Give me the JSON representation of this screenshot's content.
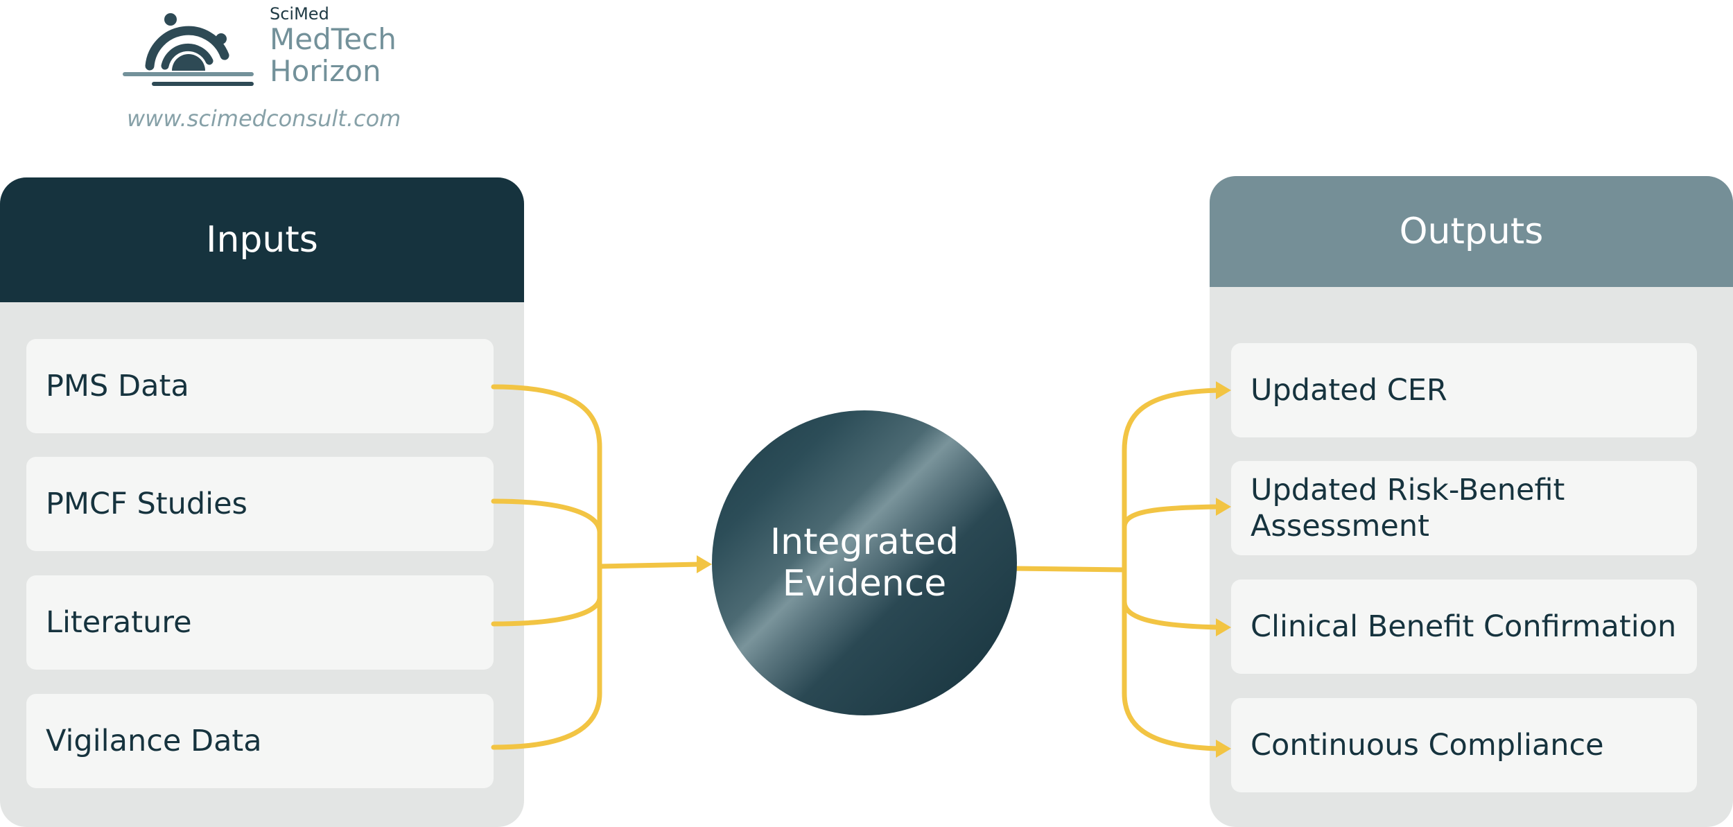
{
  "brand": {
    "small": "SciMed",
    "name_line1": "MedTech",
    "name_line2": "Horizon",
    "url": "www.scimedconsult.com"
  },
  "inputs": {
    "title": "Inputs",
    "items": [
      "PMS Data",
      "PMCF Studies",
      "Literature",
      "Vigilance Data"
    ]
  },
  "center": {
    "line1": "Integrated",
    "line2": "Evidence"
  },
  "outputs": {
    "title": "Outputs",
    "items": [
      "Updated CER",
      "Updated Risk-Benefit Assessment",
      "Clinical Benefit Confirmation",
      "Continuous Compliance"
    ]
  },
  "colors": {
    "dark_teal": "#16333e",
    "slate": "#758f97",
    "panel_gray": "#e3e5e4",
    "card": "#f5f6f5",
    "connector_yellow": "#f2c443"
  }
}
